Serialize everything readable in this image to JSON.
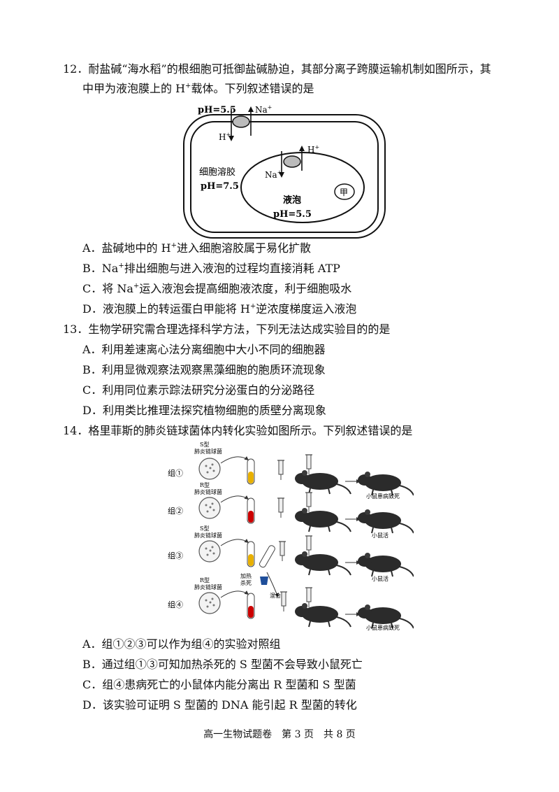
{
  "questions": [
    {
      "number": "12．",
      "stem_line1": "耐盐碱“海水稻”的根细胞可抵御盐碱胁迫，其部分离子跨膜运输机制如图所示，其",
      "stem_line2_pre": "中甲为液泡膜上的 H",
      "stem_line2_sup": "+",
      "stem_line2_post": "载体。下列叙述错误的是",
      "figure": {
        "ph_outer": "pH=5.5",
        "na_outer": "Na",
        "na_outer_sup": "+",
        "h_outer": "H",
        "h_outer_sup": "+",
        "cytosol_label": "细胞溶胶",
        "cytosol_ph": "pH=7.5",
        "h_vac": "H",
        "h_vac_sup": "+",
        "na_vac": "Na",
        "na_vac_sup": "+",
        "vacuole_label": "液泡",
        "vacuole_ph": "pH=5.5",
        "carrier_label": "甲"
      },
      "options": [
        {
          "pre": "A．盐碱地中的 H",
          "sup": "+",
          "post": "进入细胞溶胶属于易化扩散"
        },
        {
          "pre": "B．Na",
          "sup": "+",
          "post": "排出细胞与进入液泡的过程均直接消耗 ATP"
        },
        {
          "pre": "C．将 Na",
          "sup": "+",
          "post": "运入液泡会提高细胞液浓度，利于细胞吸水"
        },
        {
          "pre": "D．液泡膜上的转运蛋白甲能将 H",
          "sup": "+",
          "post": "逆浓度梯度运入液泡"
        }
      ]
    },
    {
      "number": "13．",
      "stem": "生物学研究需合理选择科学方法，下列无法达成实验目的的是",
      "options": [
        "A．利用差速离心法分离细胞中大小不同的细胞器",
        "B．利用显微观察法观察黑藻细胞的胞质环流现象",
        "C．利用同位素示踪法研究分泌蛋白的分泌路径",
        "D．利用类比推理法探究植物细胞的质壁分离现象"
      ]
    },
    {
      "number": "14．",
      "stem": "格里菲斯的肺炎链球菌体内转化实验如图所示。下列叙述错误的是",
      "figure": {
        "groups": [
          "组①",
          "组②",
          "组③",
          "组④"
        ],
        "bacteria_labels": [
          "S型\n肺炎链球菌",
          "R型\n肺炎链球菌",
          "S型\n肺炎链球菌",
          "R型\n肺炎链球菌"
        ],
        "heat_label": "加热\n杀死",
        "mix_label": "混合",
        "outcomes": [
          "小鼠患病致死",
          "小鼠活",
          "小鼠活",
          "小鼠患病致死"
        ]
      },
      "options": [
        "A．组①②③可以作为组④的实验对照组",
        "B．通过组①③可知加热杀死的 S 型菌不会导致小鼠死亡",
        "C．组④患病死亡的小鼠体内能分离出 R 型菌和 S 型菌",
        "D．该实验可证明 S 型菌的 DNA 能引起 R 型菌的转化"
      ]
    }
  ],
  "footer": "高一生物试题卷　第 3 页　共 8 页"
}
